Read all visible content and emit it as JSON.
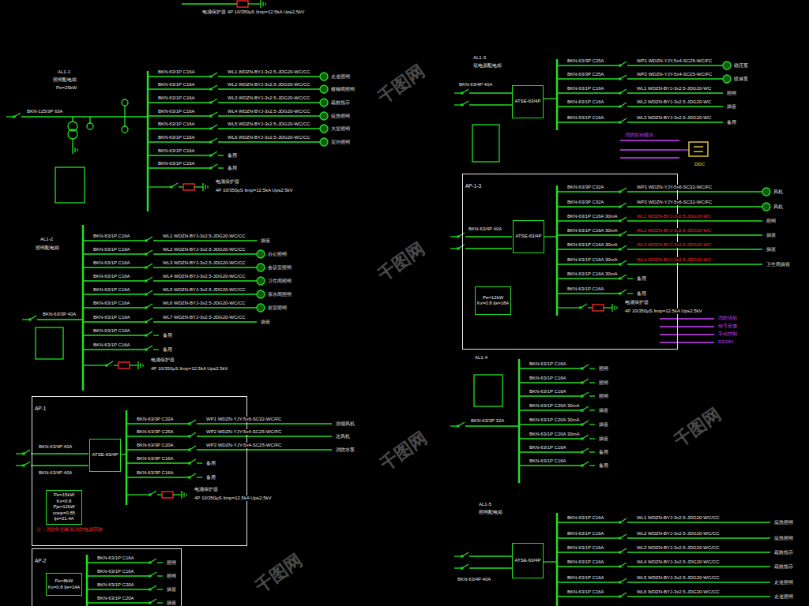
{
  "diagram": {
    "nodes": [
      {
        "text": [
          "AP-1"
        ]
      },
      {
        "text": [
          "ATSE-63/4P"
        ],
        "in": 0
      },
      {
        "text": [
          "Pe=15kW Kx=0.8 Pjs=12kW cosφ=0.85 Ijs=21.4A"
        ],
        "in": 0
      },
      {
        "text": [
          "AP-2"
        ]
      },
      {
        "text": [
          "Pe=8kW Kx=0.8 Ijs=14A"
        ],
        "in": 3
      },
      {
        "text": [
          "ATSE-63/4P"
        ]
      },
      {
        "text": [
          "AP-1-3"
        ]
      },
      {
        "text": [
          "ATSE-63/4P"
        ],
        "in": 6
      },
      {
        "text": [
          "Pe=12kW Kx=0.8 Ijs=18A"
        ],
        "in": 6
      },
      {
        "text": [
          "ATSE-63/4P"
        ]
      }
    ],
    "labels": [
      "电涌保护器 4P 10/350μS Iimp=12.5kA Up≤2.5kV",
      "AL1-1",
      "照明配电箱",
      "Pe=25kW",
      "BKN-125/3P 63A",
      "BKN-63/1P C16A",
      "WL1 WDZN-BYJ-3x2.5-JDG20-WC/CC",
      "走道照明",
      "BKN-63/1P C16A",
      "WL2 WDZN-BYJ-3x2.5-JDG20-WC/CC",
      "楼梯间照明",
      "BKN-63/1P C16A",
      "WL3 WDZN-BYJ-3x2.5-JDG20-WC/CC",
      "疏散指示",
      "BKN-63/1P C16A",
      "WL4 WDZN-BYJ-3x2.5-JDG20-WC/CC",
      "应急照明",
      "BKN-63/1P C16A",
      "WL5 WDZN-BYJ-3x2.5-JDG20-WC/CC",
      "大堂照明",
      "BKN-63/1P C16A",
      "WL6 WDZN-BYJ-3x2.5-JDG20-WC/CC",
      "室外照明",
      "BKN-63/1P C16A",
      "备用",
      "BKN-63/1P C16A",
      "备用",
      "电涌保护器",
      "4P 10/350μS Iimp=12.5kA Up≤2.5kV",
      "AL1-2",
      "照明配电箱",
      "BKN-63/3P 40A",
      "BKN-63/1P C16A",
      "WL1 WDZN-BYJ-3x2.5-JDG20-WC/CC",
      "插座",
      "BKN-63/1P C16A",
      "WL2 WDZN-BYJ-3x2.5-JDG20-WC/CC",
      "办公照明",
      "BKN-63/1P C16A",
      "WL3 WDZN-BYJ-3x2.5-JDG20-WC/CC",
      "会议室照明",
      "BKN-63/1P C16A",
      "WL4 WDZN-BYJ-3x2.5-JDG20-WC/CC",
      "卫生间照明",
      "BKN-63/1P C16A",
      "WL5 WDZN-BYJ-3x2.5-JDG20-WC/CC",
      "茶水间照明",
      "BKN-63/1P C16A",
      "WL6 WDZN-BYJ-3x2.5-JDG20-WC/CC",
      "前室照明",
      "BKN-63/1P C16A",
      "WL7 WDZN-BYJ-3x2.5-JDG20-WC/CC",
      "插座",
      "BKN-63/1P C16A",
      "备用",
      "BKN-63/1P C16A",
      "备用",
      "电涌保护器",
      "4P 10/350μS Iimp=12.5kA Up≤2.5kV",
      "BKN-63/4P 40A",
      "BKN-63/4P 40A",
      "注：消防时切断非消防电源回路",
      "BKN-63/3P C32A",
      "WP1 WDZN-YJY-5x6-SC32-WC/FC",
      "排烟风机",
      "BKN-63/3P C25A",
      "WP2 WDZN-YJY-5x4-SC25-WC/FC",
      "送风机",
      "BKN-63/3P C20A",
      "WP3 WDZN-YJY-5x4-SC25-WC/FC",
      "消防水泵",
      "BKN-63/3P C16A",
      "备用",
      "BKN-63/3P C16A",
      "备用",
      "电涌保护器",
      "4P 10/350μS Iimp=12.5kA Up≤2.5kV",
      "BKN-63/1P C16A",
      "照明",
      "BKN-63/1P C16A",
      "照明",
      "BKN-63/1P C20A",
      "插座",
      "BKN-63/1P C20A",
      "插座",
      "AL1-3",
      "双电源配电箱",
      "BKN-63/4P 40A",
      "消防联动模块",
      "DDC",
      "BKN-63/3P C25A",
      "WP1 WDZN-YJY-5x4-SC25-WC/FC",
      "稳压泵",
      "BKN-63/3P C25A",
      "WP2 WDZN-YJY-5x4-SC25-WC/FC",
      "喷淋泵",
      "BKN-63/1P C16A",
      "WL1 WDZN-BYJ-3x2.5-JDG20-WC",
      "照明",
      "BKN-63/1P C16A",
      "WL2 WDZN-BYJ-3x2.5-JDG20-WC",
      "插座",
      "BKN-63/1P C16A",
      "WL3 WDZN-BYJ-3x2.5-JDG20-WC",
      "备用",
      "BKN-63/4P 40A",
      "消防强切",
      "信号反馈",
      "手动控制",
      "DC24V",
      "BKN-63/3P C32A",
      "WP1 WDZN-YJY-5x6-SC32-WC/FC",
      "风机",
      "BKN-63/3P C32A",
      "WP2 WDZN-YJY-5x6-SC32-WC/FC",
      "风机",
      "BKN-63/1P C16A 30mA",
      "WL1 WDZN-BYJ-3x2.5-JDG20-WC",
      "照明",
      "BKN-63/1P C16A 30mA",
      "WL2 WDZN-BYJ-3x2.5-JDG20-WC",
      "插座",
      "BKN-63/1P C16A 30mA",
      "WL3 WDZN-BYJ-3x2.5-JDG20-WC",
      "插座",
      "BKN-63/1P C16A 30mA",
      "WL4 WDZN-BYJ-3x2.5-JDG20-WC",
      "卫生间插座",
      "BKN-63/1P C16A 30mA",
      "备用",
      "BKN-63/1P C16A",
      "备用",
      "电涌保护器",
      "4P 10/350μS Iimp=12.5kA Up≤2.5kV",
      "AL1-4",
      "BKN-63/3P 32A",
      "BKN-63/1P C16A",
      "照明",
      "BKN-63/1P C16A",
      "照明",
      "BKN-63/1P C16A",
      "照明",
      "BKN-63/1P C20A 30mA",
      "插座",
      "BKN-63/1P C20A 30mA",
      "插座",
      "BKN-63/1P C20A 30mA",
      "插座",
      "BKN-63/1P C16A",
      "备用",
      "BKN-63/1P C16A",
      "备用",
      "AL1-5",
      "照明配电箱",
      "BKN-63/4P 40A",
      "BKN-63/1P C16A",
      "WL1 WDZN-BYJ-3x2.5-JDG20-WC/CC",
      "应急照明",
      "BKN-63/1P C16A",
      "WL2 WDZN-BYJ-3x2.5-JDG20-WC/CC",
      "应急照明",
      "BKN-63/1P C16A",
      "WL3 WDZN-BYJ-3x2.5-JDG20-WC/CC",
      "疏散指示",
      "BKN-63/1P C16A",
      "WL4 WDZN-BYJ-3x2.5-JDG20-WC/CC",
      "疏散指示",
      "BKN-63/1P C16A",
      "WL5 WDZN-BYJ-3x2.5-JDG20-WC/CC",
      "走道照明",
      "BKN-63/1P C16A",
      "WL6 WDZN-BYJ-3x2.5-JDG20-WC/CC",
      "走道照明",
      "千图网",
      "千图网",
      "千图网",
      "千图网",
      "千图网"
    ]
  }
}
